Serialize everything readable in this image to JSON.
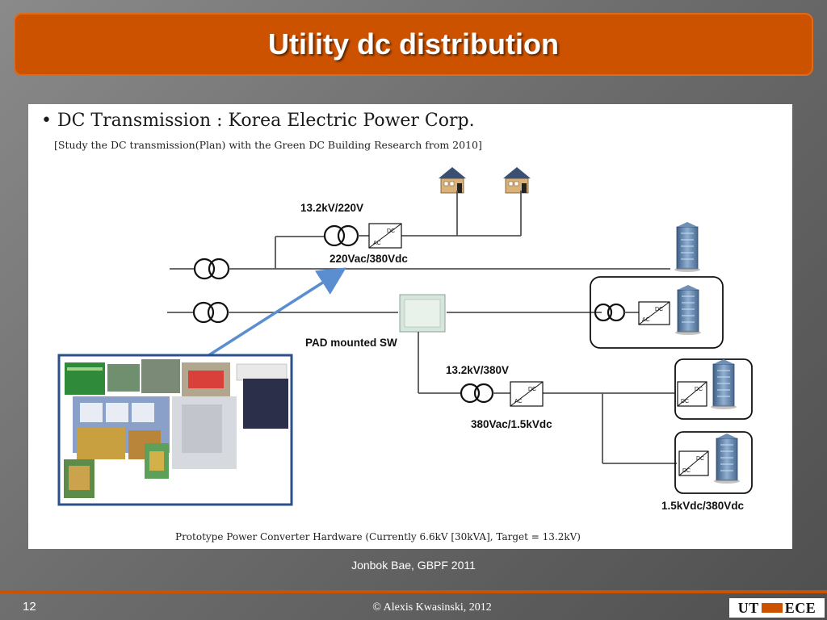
{
  "slide": {
    "title": "Utility dc distribution",
    "caption": "Jonbok Bae, GBPF 2011",
    "page_number": "12",
    "copyright": "© Alexis Kwasinski, 2012",
    "logo_left": "UT",
    "logo_right": "ECE"
  },
  "figure": {
    "heading": "• DC Transmission : Korea Electric Power Corp.",
    "subheading": "[Study the DC transmission(Plan) with the Green DC Building Research from 2010]",
    "labels": {
      "top_transformer": "13.2kV/220V",
      "top_converter_out": "220Vac/380Vdc",
      "pad_switch": "PAD mounted SW",
      "mid_transformer": "13.2kV/380V",
      "mid_converter_out": "380Vac/1.5kVdc",
      "bottom_output": "1.5kVdc/380Vdc"
    },
    "converter_text": {
      "dc": "DC",
      "ac": "AC"
    },
    "hardware_caption": "Prototype Power Converter Hardware (Currently 6.6kV [30kVA], Target = 13.2kV)"
  },
  "colors": {
    "title_bar": "#cc5200",
    "arrow": "#5a8ed0",
    "inset_frame": "#2a4f8a",
    "building": "#5d7fa8"
  }
}
